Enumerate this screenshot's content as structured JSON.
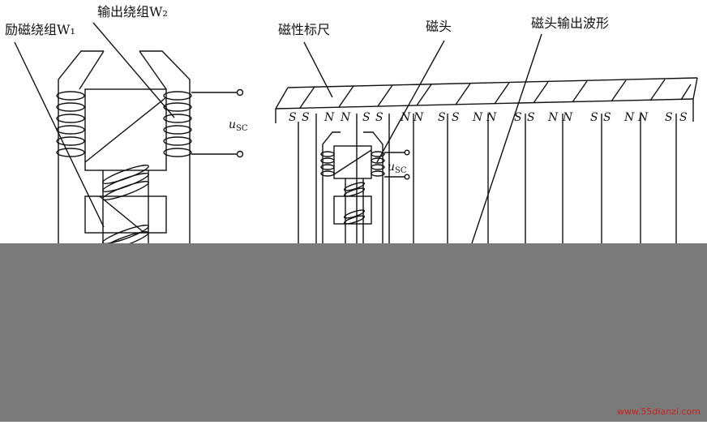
{
  "labels": {
    "excitation_winding": "励磁绕组W₁",
    "output_winding": "输出绕组W₂",
    "scale": "磁性标尺",
    "head": "磁头",
    "waveform": "磁头输出波形",
    "usc_left": "u",
    "usc_left_sub": "SC",
    "usc_right": "u",
    "usc_right_sub": "SC"
  },
  "scale_poles": [
    "S",
    "S",
    "N",
    "N",
    "S",
    "S",
    "N",
    "N",
    "S",
    "S",
    "N",
    "N",
    "S",
    "S",
    "N",
    "N",
    "S",
    "S",
    "N",
    "N",
    "S",
    "S"
  ],
  "colors": {
    "background": "#ffffff",
    "ink": "#111111",
    "overlay_gray": "#7a7a7a",
    "watermark": "#cc2222"
  },
  "watermark": "www.55dianzi.com"
}
